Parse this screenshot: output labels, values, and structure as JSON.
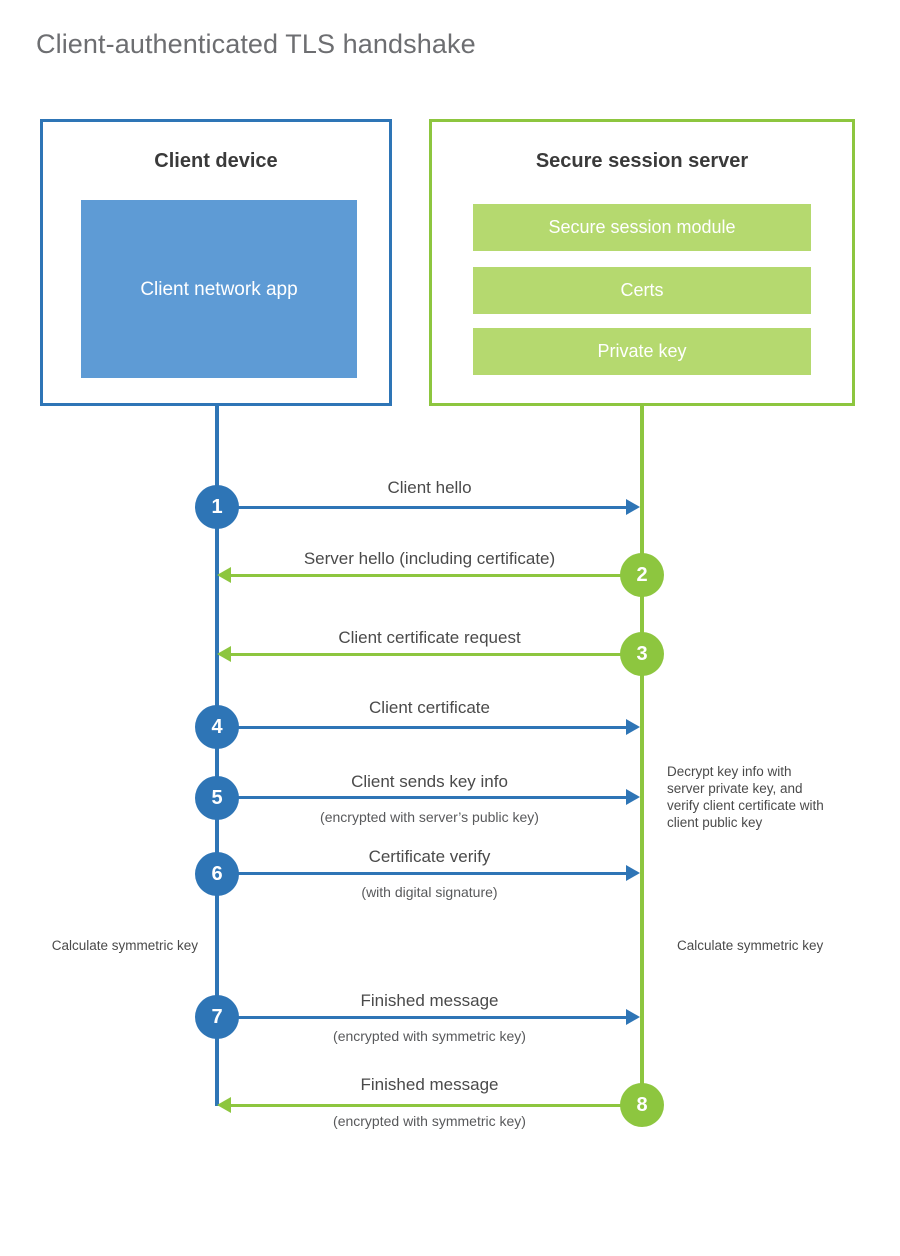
{
  "title": "Client-authenticated TLS handshake",
  "colors": {
    "client_blue": "#2e75b6",
    "client_app_fill": "#5e9bd5",
    "server_green": "#8dc63f",
    "server_bar_fill": "#b5d96f",
    "title_gray": "#6d6e71",
    "text_gray": "#4a4a4a"
  },
  "client": {
    "title": "Client device",
    "app_label": "Client network app"
  },
  "server": {
    "title": "Secure session server",
    "components": [
      "Secure session module",
      "Certs",
      "Private key"
    ]
  },
  "steps": [
    {
      "number": "1",
      "label": "Client hello",
      "sub": "",
      "from": "client",
      "to": "server"
    },
    {
      "number": "2",
      "label": "Server hello (including certificate)",
      "sub": "",
      "from": "server",
      "to": "client"
    },
    {
      "number": "3",
      "label": "Client certificate request",
      "sub": "",
      "from": "server",
      "to": "client"
    },
    {
      "number": "4",
      "label": "Client certificate",
      "sub": "",
      "from": "client",
      "to": "server"
    },
    {
      "number": "5",
      "label": "Client sends key info",
      "sub": "(encrypted with server’s public key)",
      "from": "client",
      "to": "server"
    },
    {
      "number": "6",
      "label": "Certificate verify",
      "sub": "(with digital signature)",
      "from": "client",
      "to": "server"
    },
    {
      "number": "7",
      "label": "Finished message",
      "sub": "(encrypted with symmetric key)",
      "from": "client",
      "to": "server"
    },
    {
      "number": "8",
      "label": "Finished message",
      "sub": "(encrypted with symmetric key)",
      "from": "server",
      "to": "client"
    }
  ],
  "notes": {
    "server_decrypt": "Decrypt key info with server private key, and verify client certificate with client public key",
    "client_calculate": "Calculate symmetric key",
    "server_calculate": "Calculate symmetric key"
  }
}
